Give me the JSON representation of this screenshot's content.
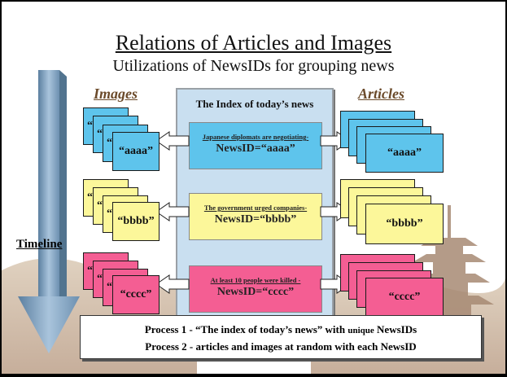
{
  "title": "Relations of Articles and Images",
  "subtitle": "Utilizations of NewsIDs for grouping news",
  "headers": {
    "images": "Images",
    "articles": "Articles"
  },
  "timeline_label": "Timeline",
  "index_title": "The Index of today’s news",
  "groups": [
    {
      "id": "aaaa",
      "headline": "Japanese diplomats are negotiating-",
      "newsid": "NewsID=“aaaa”",
      "card_label": "“aaaa”",
      "partial_label": "“",
      "color": "#5ec4ec"
    },
    {
      "id": "bbbb",
      "headline": "The government urged companies-",
      "newsid": "NewsID=“bbbb”",
      "card_label": "“bbbb”",
      "partial_label": "“",
      "color": "#fcf79a"
    },
    {
      "id": "cccc",
      "headline": "At least 10 people were killed -",
      "newsid": "NewsID=“cccc”",
      "card_label": "“cccc”",
      "partial_label": "“",
      "color": "#f45e93"
    }
  ],
  "process": {
    "line1_a": "Process 1 - “The index of today’s news” with ",
    "line1_b": "unique",
    "line1_c": " NewsIDs",
    "line2": "Process 2 - articles and images at random with each NewsID"
  },
  "colors": {
    "index_panel": "#c9dff0",
    "timeline_arrow": "#7fa2c0",
    "header_text": "#6b4a2a"
  }
}
